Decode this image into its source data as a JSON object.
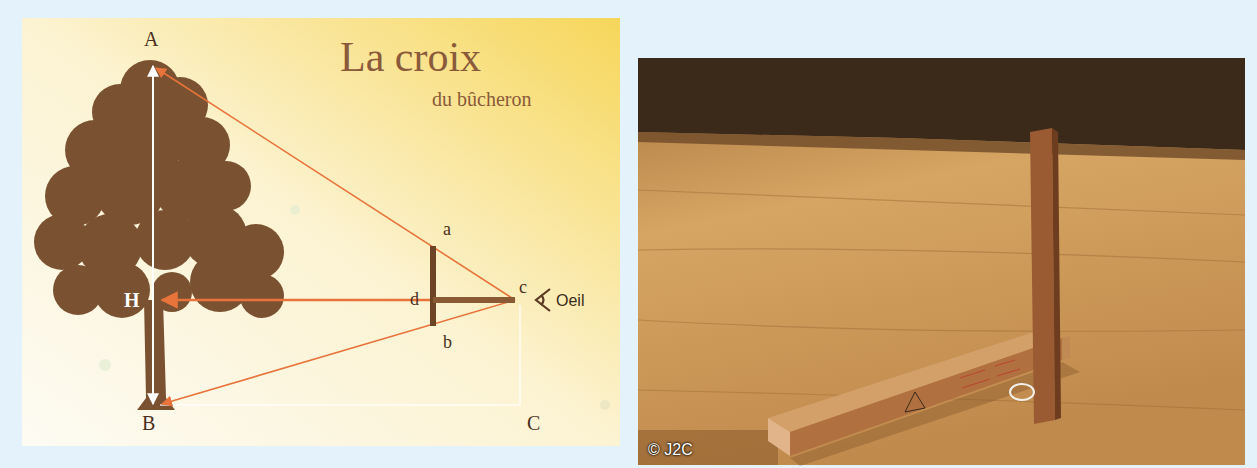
{
  "diagram": {
    "title": "La croix",
    "labels": [
      "du bûcheron",
      "A",
      "a",
      "d",
      "c",
      "Oeil",
      "H",
      "b",
      "B",
      "C",
      "© J2C"
    ]
  }
}
